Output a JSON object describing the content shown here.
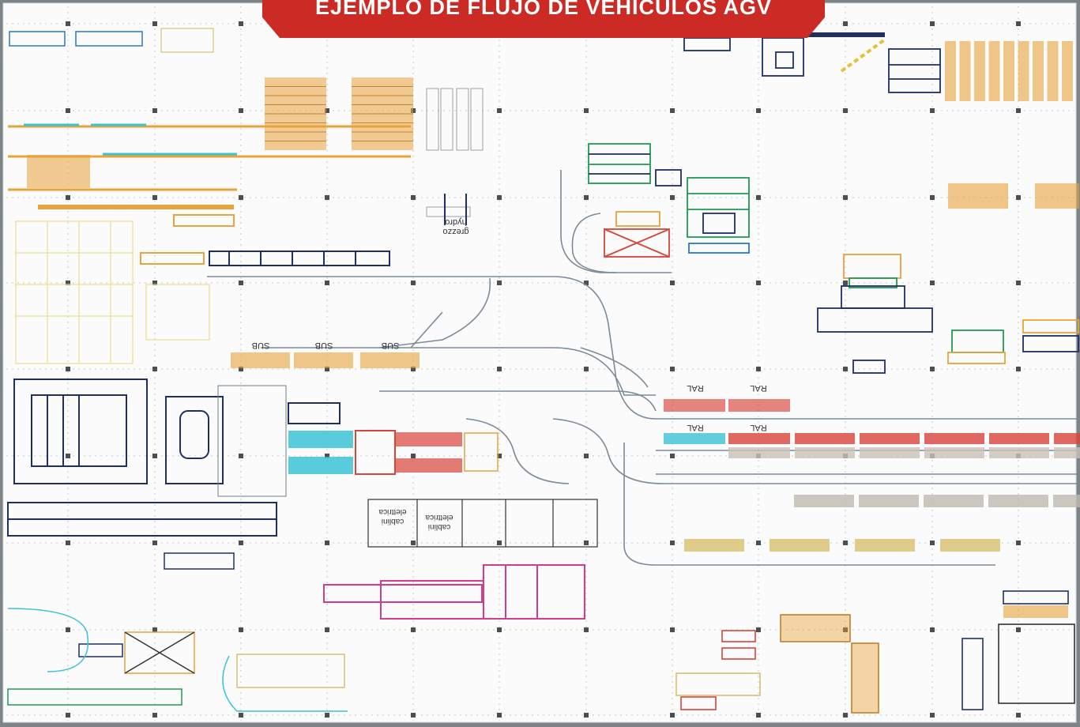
{
  "header": {
    "title": "EJEMPLO DE FLUJO DE VEHÍCULOS AGV",
    "band_color": "#cc2a24"
  },
  "plan": {
    "background_color": "#fbfbfb",
    "labels": {
      "grezzo": "grezzo",
      "hydro": "hydro",
      "sub_1": "SUB",
      "sub_2": "SUB",
      "sub_3": "SUB",
      "ral_1": "RAL",
      "ral_2": "RAL",
      "ral_3": "RAL",
      "ral_4": "RAL",
      "cablini_1": "cablini",
      "elettrica_1": "elettrica",
      "cablini_2": "cablini",
      "elettrica_2": "elettrica"
    }
  },
  "colors": {
    "orange_rack": "#e8a33a",
    "yellow_rack": "#d8c070",
    "red_rack": "#d9443a",
    "cyan_rack": "#3cc3d6",
    "navy": "#1e2f66",
    "green": "#1f9a55",
    "pink": "#d23c8c",
    "agv_path": "#7d8a98",
    "pale_yellow": "#e9df8a"
  }
}
